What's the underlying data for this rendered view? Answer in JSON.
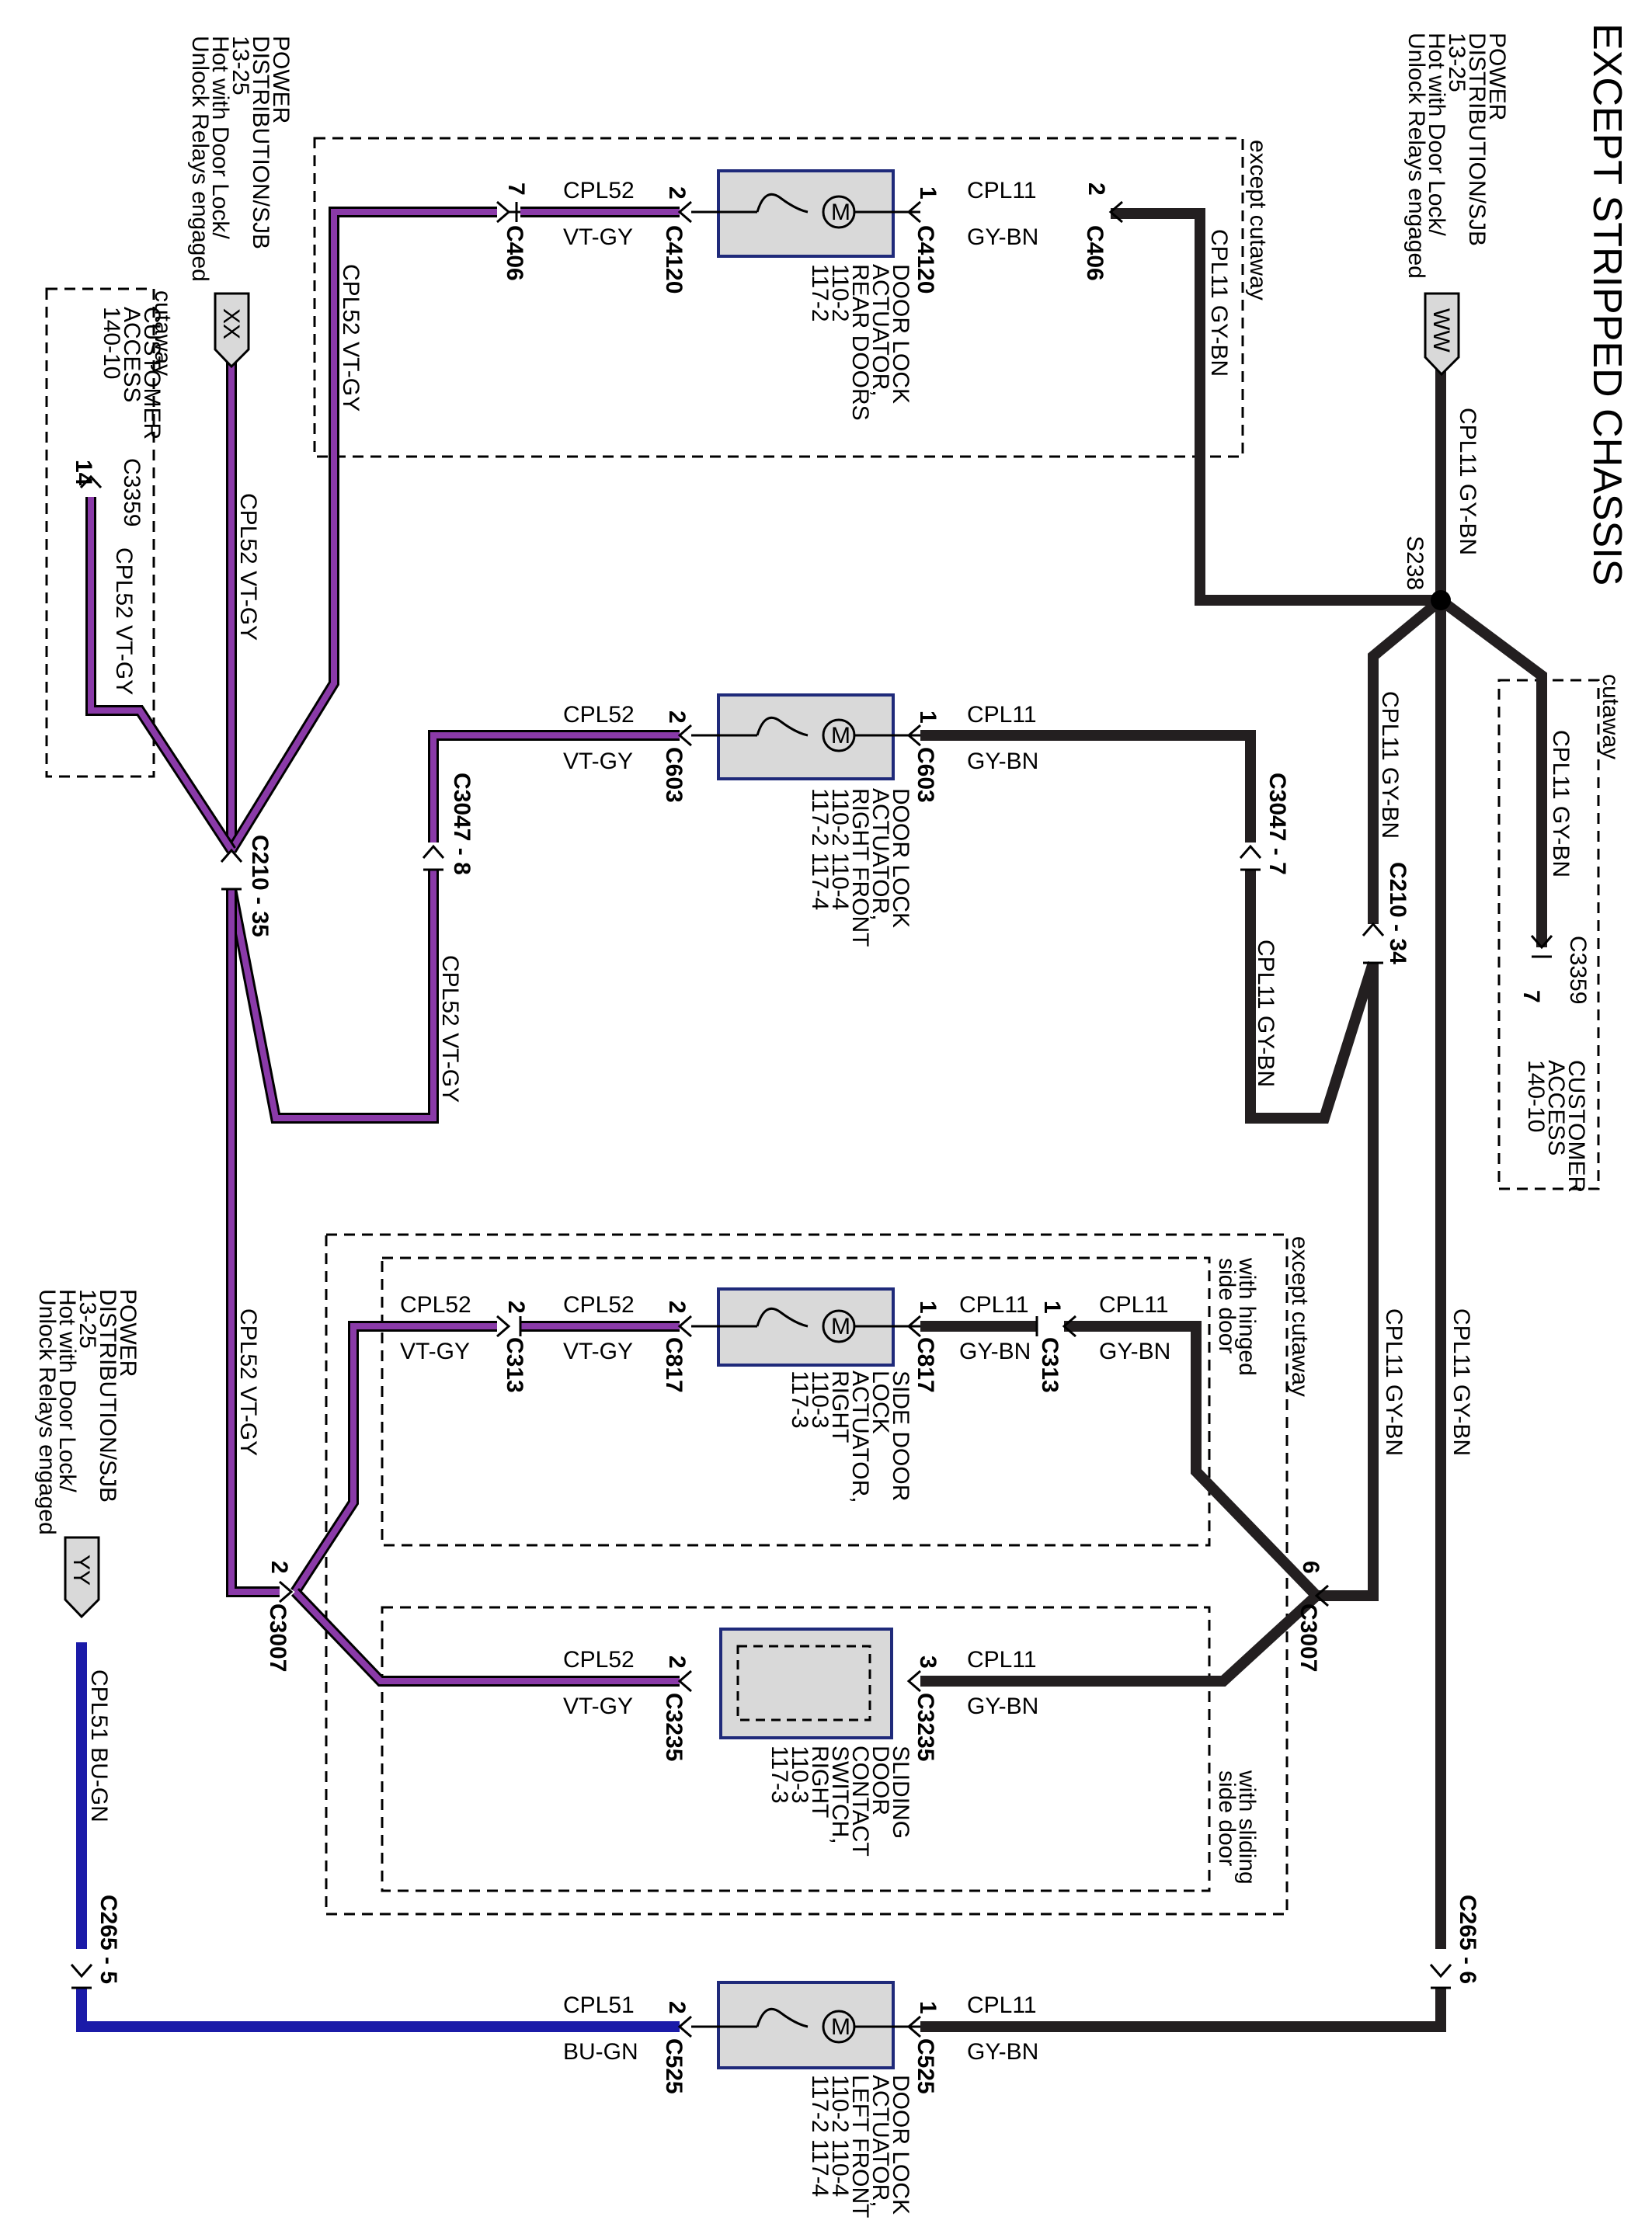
{
  "title": "EXCEPT STRIPPED CHASSIS",
  "power_source": {
    "lines": [
      "POWER",
      "DISTRIBUTION/SJB",
      "13-25",
      "Hot with Door Lock/",
      "Unlock Relays engaged"
    ]
  },
  "terminals": {
    "ww": "WW",
    "xx": "XX",
    "yy": "YY"
  },
  "splice": "S238",
  "box_labels": {
    "except_cutaway": "except cutaway",
    "cutaway": "cutaway",
    "with_hinged": [
      "with hinged",
      "side door"
    ],
    "with_sliding": [
      "with sliding",
      "side door"
    ]
  },
  "customer_access": {
    "lines": [
      "CUSTOMER",
      "ACCESS",
      "140-10"
    ],
    "connector": "C3359",
    "pin_gybn": "7",
    "pin_vtgy": "14"
  },
  "circuits": {
    "cpl11": "CPL11",
    "gybn": "GY-BN",
    "cpl52": "CPL52",
    "vtgy": "VT-GY",
    "cpl51": "CPL51",
    "bugn": "BU-GN",
    "cpl11_gybn": "CPL11  GY-BN",
    "cpl52_vtgy": "CPL52  VT-GY",
    "cpl51_bugn": "CPL51  BU-GN"
  },
  "connectors": {
    "c406": "C406",
    "c4120": "C4120",
    "c603": "C603",
    "c3047_7": "C3047 - 7",
    "c3047_8": "C3047 - 8",
    "c210_34": "C210 - 34",
    "c210_35": "C210 - 35",
    "c313": "C313",
    "c817": "C817",
    "c3007": "C3007",
    "c3235": "C3235",
    "c265_5": "C265 - 5",
    "c265_6": "C265 - 6",
    "c525": "C525"
  },
  "pins": {
    "p1": "1",
    "p2": "2",
    "p3": "3",
    "p6": "6",
    "p7": "7"
  },
  "components": {
    "rear": [
      "DOOR LOCK",
      "ACTUATOR,",
      "REAR DOORS",
      "110-2",
      "117-2"
    ],
    "right_front": [
      "DOOR LOCK",
      "ACTUATOR,",
      "RIGHT FRONT",
      "110-2    110-4",
      "117-2    117-4"
    ],
    "side": [
      "SIDE DOOR",
      "LOCK",
      "ACTUATOR,",
      "RIGHT",
      "110-3",
      "117-3"
    ],
    "sliding": [
      "SLIDING",
      "DOOR",
      "CONTACT",
      "SWITCH,",
      "RIGHT",
      "110-3",
      "117-3"
    ],
    "left_front": [
      "DOOR LOCK",
      "ACTUATOR,",
      "LEFT FRONT",
      "110-2    110-4",
      "117-2    117-4"
    ]
  },
  "motor_symbol": "M"
}
